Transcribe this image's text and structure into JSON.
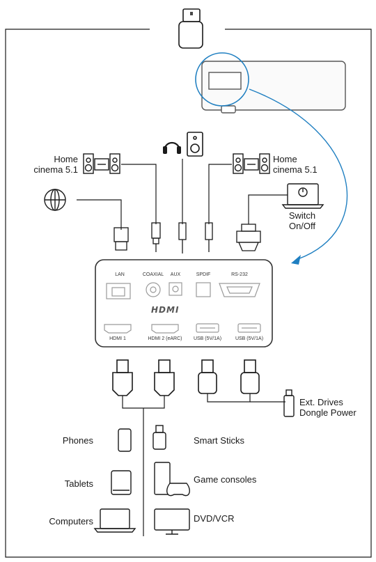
{
  "left_devices": {
    "home_cinema": "Home\ncinema 5.1"
  },
  "right_devices": {
    "home_cinema": "Home\ncinema 5.1",
    "switch": "Switch\nOn/Off"
  },
  "ports": {
    "lan": "LAN",
    "coaxial": "COAXIAL",
    "aux": "AUX",
    "spdif": "SPDIF",
    "rs232": "RS-232",
    "hdmi_logo": "HDMI",
    "hdmi1": "HDMI 1",
    "hdmi2": "HDMI 2 (eARC)",
    "usb1": "USB (5V/1A)",
    "usb2": "USB (5V/1A)"
  },
  "usb_devices": {
    "ext": "Ext. Drives\nDongle Power"
  },
  "sources": {
    "phones": "Phones",
    "tablets": "Tablets",
    "computers": "Computers",
    "smart_sticks": "Smart Sticks",
    "game_consoles": "Game consoles",
    "dvd_vcr": "DVD/VCR"
  },
  "colors": {
    "line": "#1a1a1a",
    "accent": "#1f7fc1",
    "panel_stroke": "#333333",
    "port_gray": "#9a9a9a"
  }
}
